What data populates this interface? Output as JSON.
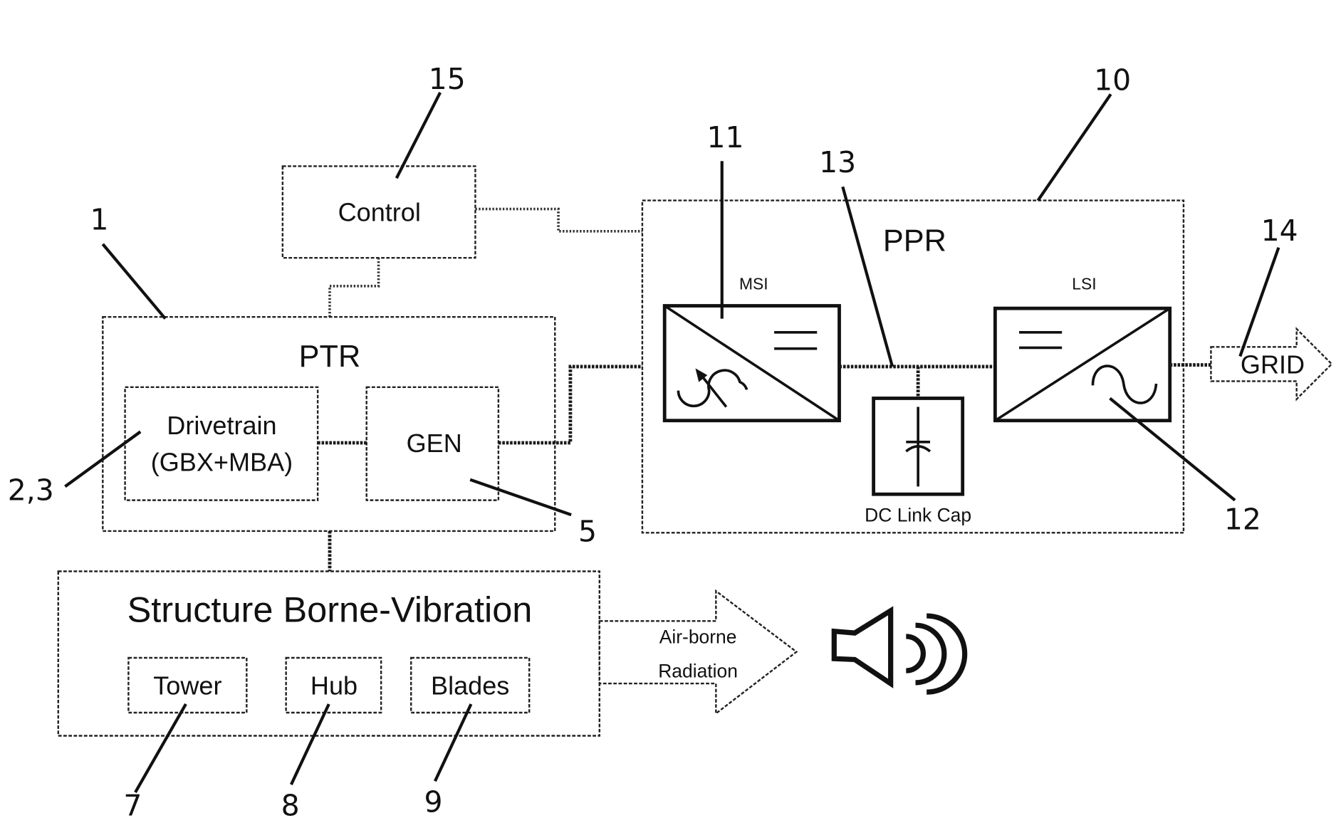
{
  "figure": {
    "blocks": {
      "control": "Control",
      "ptr": "PTR",
      "drivetrain_line1": "Drivetrain",
      "drivetrain_line2": "(GBX+MBA)",
      "gen": "GEN",
      "ppr": "PPR",
      "msi": "MSI",
      "lsi": "LSI",
      "dc_link_cap": "DC Link Cap",
      "grid": "GRID",
      "structure": "Structure Borne-Vibration",
      "tower": "Tower",
      "hub": "Hub",
      "blades": "Blades",
      "airborne_line1": "Air-borne",
      "airborne_line2": "Radiation"
    },
    "reference_numerals": {
      "power_train": "1",
      "drivetrain": "2,3",
      "generator": "5",
      "tower": "7",
      "hub": "8",
      "blades": "9",
      "power_converter": "10",
      "machine_side_inverter": "11",
      "line_side_inverter": "12",
      "dc_link": "13",
      "grid": "14",
      "control": "15"
    },
    "icons": {
      "converter_ac_symbol": "ac-rotating-machine-icon",
      "converter_dc_symbol": "dc-equals-icon",
      "sine_symbol": "sine-wave-icon",
      "capacitor_symbol": "capacitor-icon",
      "speaker_symbol": "speaker-sound-icon"
    }
  }
}
